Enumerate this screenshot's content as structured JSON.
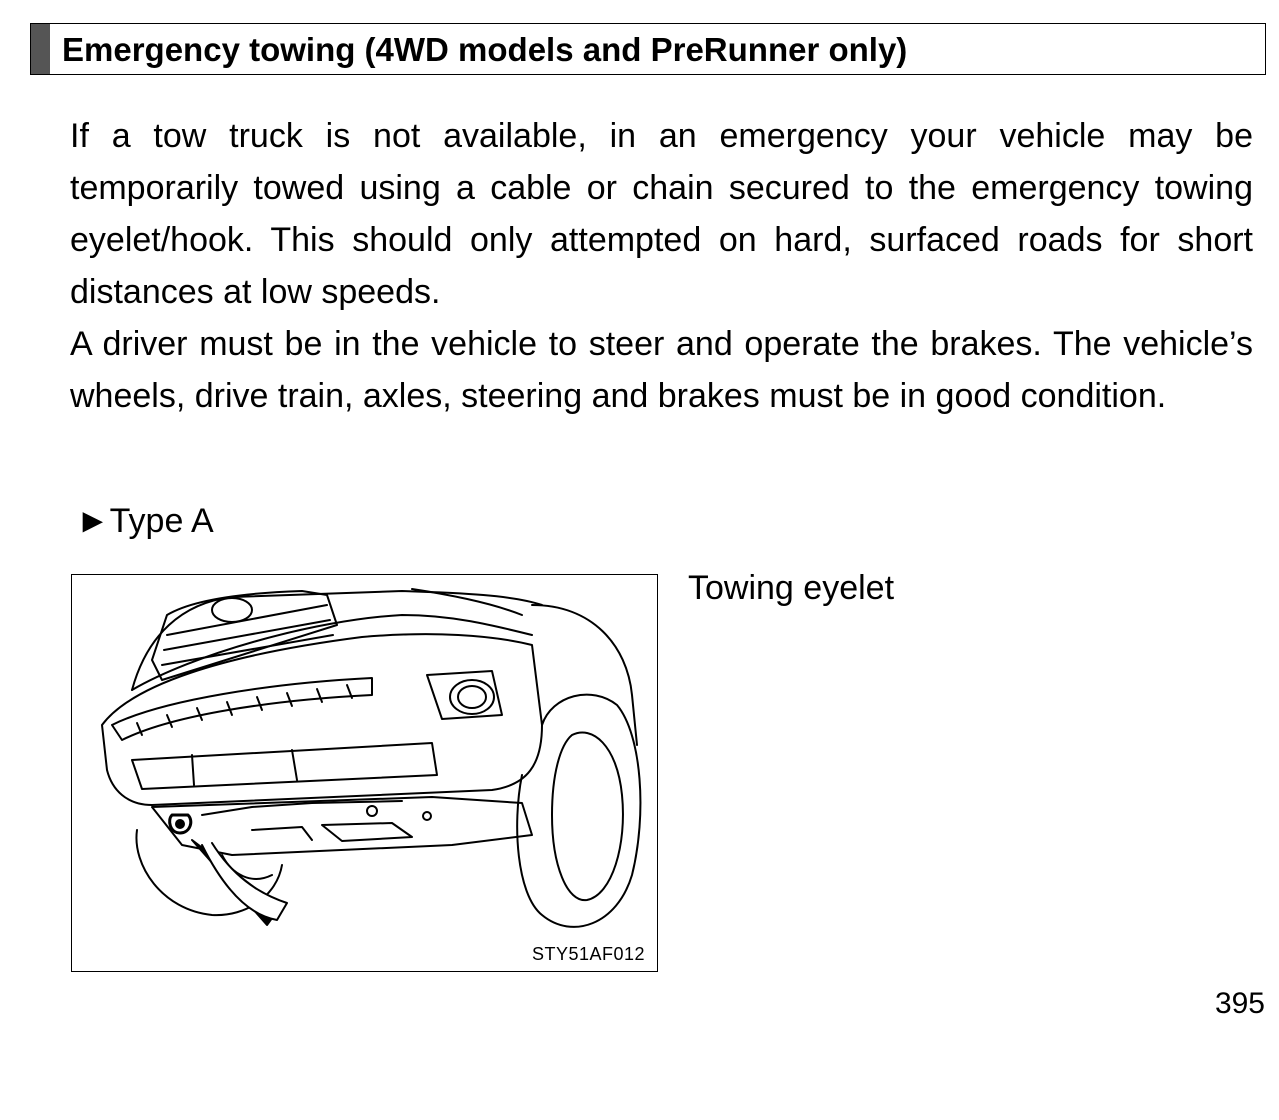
{
  "header": {
    "title": "Emergency towing (4WD models and PreRunner only)"
  },
  "body": {
    "paragraph_1": "If a tow truck is not available, in an emergency your vehicle may be temporarily towed using a cable or chain secured to the emergency towing eyelet/hook. This should only attempted on hard, surfaced roads for short distances at low speeds.",
    "paragraph_2": "A driver must be in the vehicle to steer and operate the brakes. The vehicle’s wheels, drive train, axles, steering and brakes must be in good condition."
  },
  "type_label": {
    "arrow": "►",
    "text": "Type A"
  },
  "figure": {
    "code": "STY51AF012",
    "callout": "Towing eyelet",
    "icons": [
      "truck-front-illustration",
      "pointer-arrow-icon"
    ]
  },
  "page": {
    "number": "395"
  }
}
